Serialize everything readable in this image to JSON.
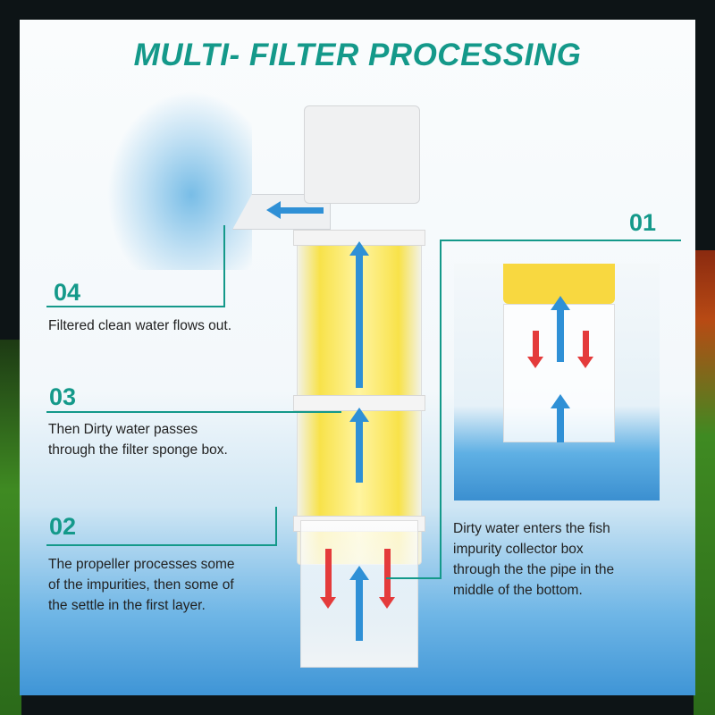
{
  "title": "MULTI- FILTER PROCESSING",
  "steps": [
    {
      "number": "01",
      "text_lines": [
        "Dirty water enters the fish",
        "impurity collector box",
        "through the the pipe in the",
        "middle of the bottom."
      ]
    },
    {
      "number": "02",
      "text_lines": [
        "The propeller processes some",
        "of the impurities, then some of",
        "the settle in the first layer."
      ]
    },
    {
      "number": "03",
      "text_lines": [
        "Then Dirty water passes",
        "through the filter sponge box."
      ]
    },
    {
      "number": "04",
      "text_lines": [
        "Filtered clean water flows out."
      ]
    }
  ],
  "colors": {
    "accent": "#14998a",
    "flow_clean": "#2f90d6",
    "flow_dirty": "#e43b3b"
  }
}
